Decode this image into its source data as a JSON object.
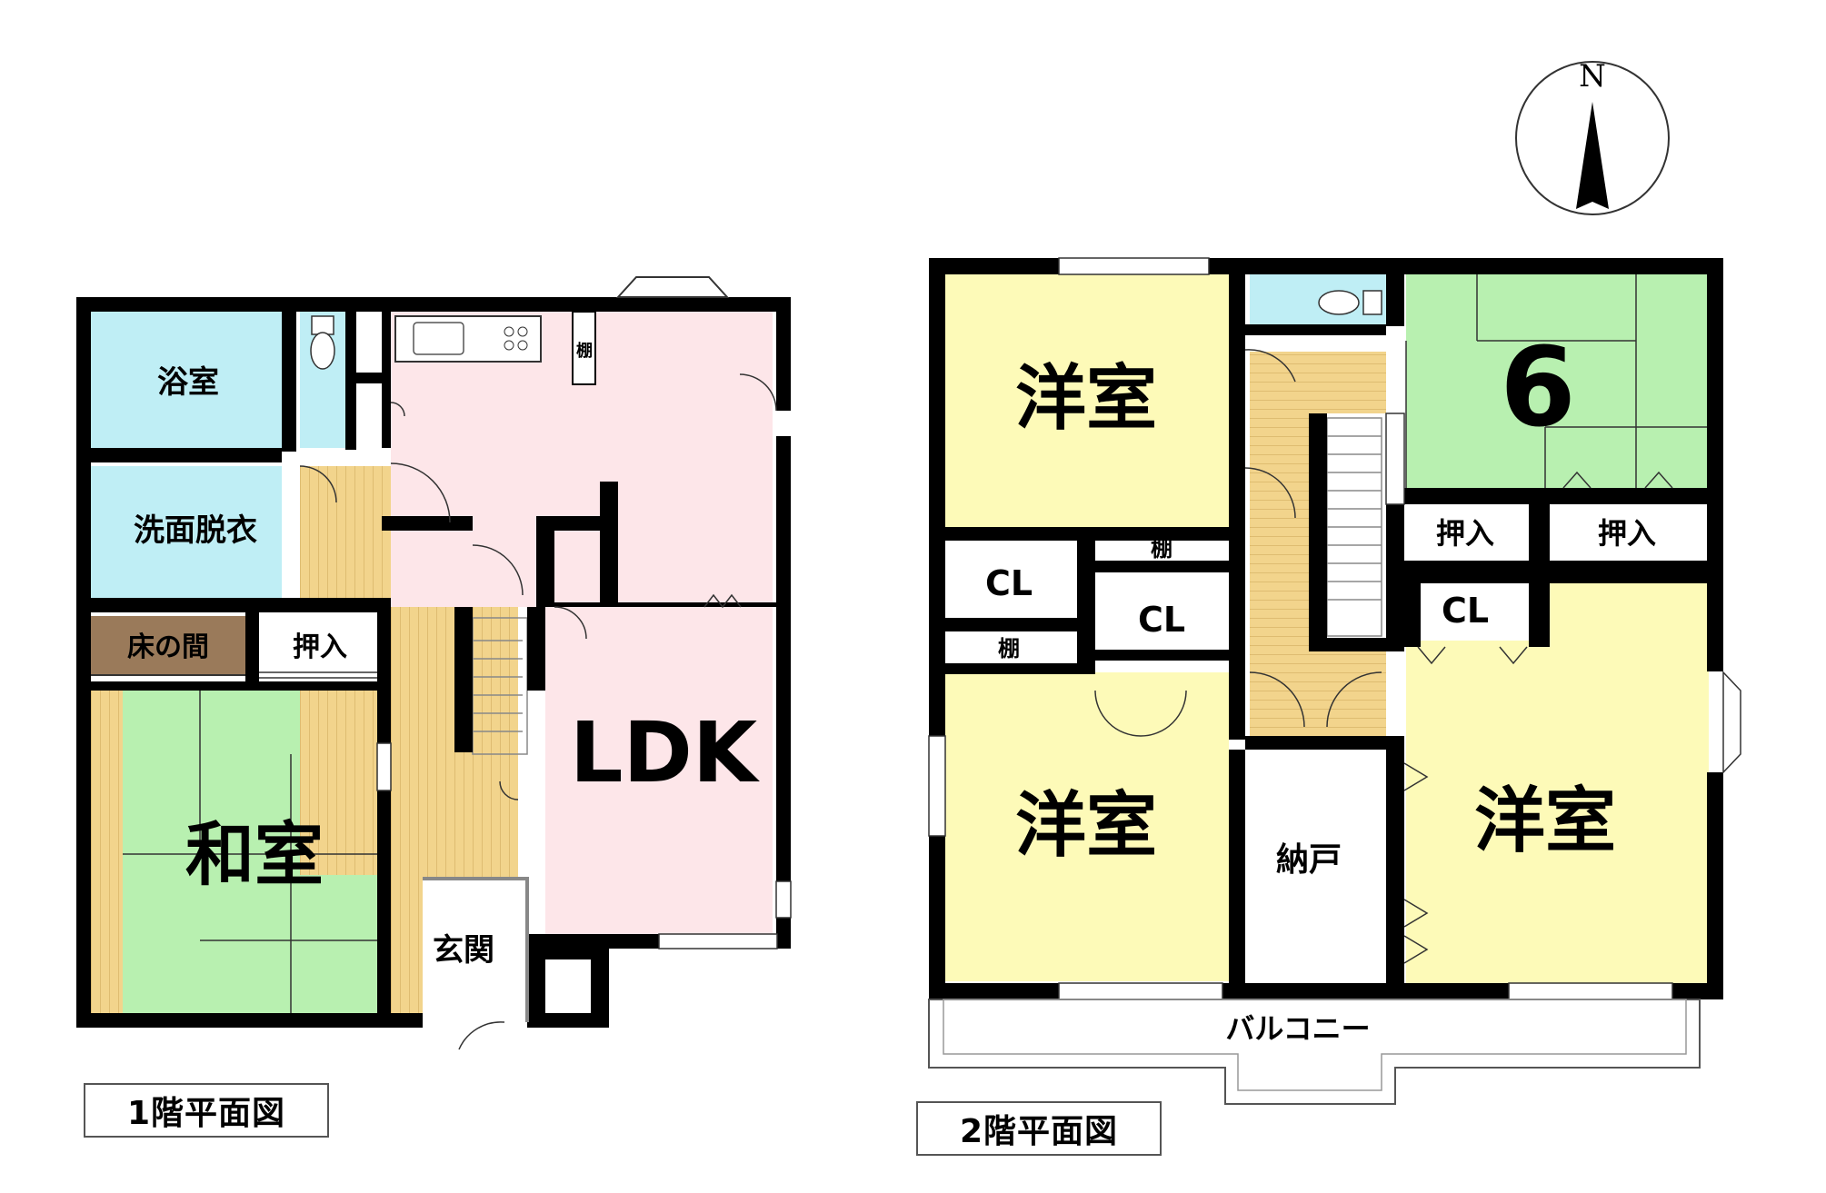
{
  "compass": {
    "label": "N"
  },
  "floor1": {
    "caption": "1階平面図",
    "rooms": {
      "bath": "浴室",
      "washroom": "洗面脱衣",
      "tokonoma": "床の間",
      "closet": "押入",
      "washitsu": "和室",
      "entrance": "玄関",
      "ldk": "LDK",
      "shelf": "棚"
    }
  },
  "floor2": {
    "caption": "2階平面図",
    "rooms": {
      "western_nw": "洋室",
      "western_sw": "洋室",
      "western_se": "洋室",
      "tatami_6": "6",
      "closet_a": "押入",
      "closet_b": "押入",
      "cl_left": "CL",
      "cl_mid": "CL",
      "cl_right": "CL",
      "shelf_top": "棚",
      "shelf_left": "棚",
      "storage": "納戸",
      "balcony": "バルコニー"
    }
  },
  "colors": {
    "wall": "#000000",
    "ldk": "#fde6e9",
    "wet": "#bfeef5",
    "tatami": "#b8f0b0",
    "western": "#fdfab8",
    "floor_wood": "#f2d48c",
    "tokonoma": "#9a7a5a"
  }
}
